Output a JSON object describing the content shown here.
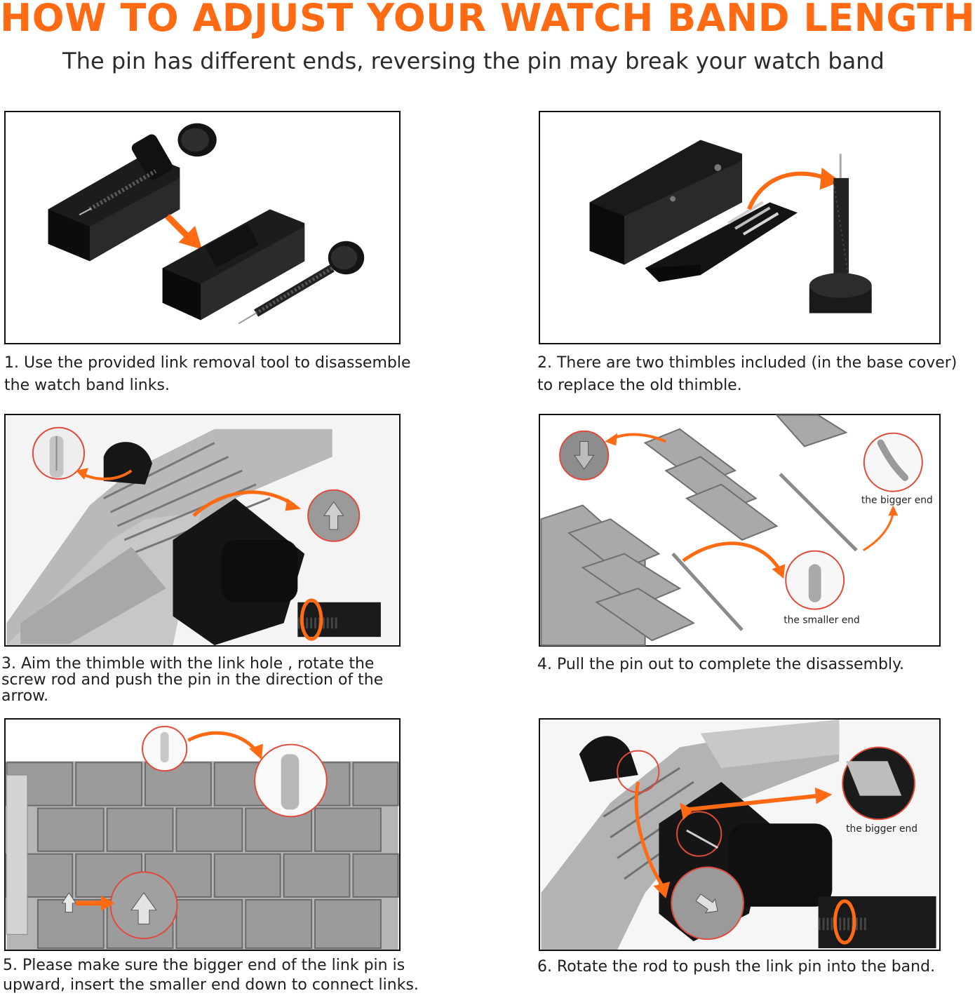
{
  "header": {
    "title": "HOW TO ADJUST YOUR WATCH BAND LENGTH",
    "subtitle": "The pin has different ends, reversing the pin may break your watch band"
  },
  "colors": {
    "accent": "#ff6a13",
    "frame": "#111111",
    "text": "#1e1e1e",
    "circle_outline": "#e04a3a"
  },
  "steps": [
    {
      "caption_lines": [
        "1. Use the provided link removal tool to disassemble",
        "the watch band links."
      ]
    },
    {
      "caption_lines": [
        "2. There are two thimbles included  (in the base cover)",
        " to replace the old thimble."
      ]
    },
    {
      "caption_lines": [
        "3. Aim the thimble with the link hole , rotate the",
        "screw rod and push the pin in the direction of the",
        "arrow."
      ]
    },
    {
      "caption_lines": [
        "4. Pull the pin out to complete the disassembly."
      ],
      "labels": {
        "bigger_end": "the bigger end",
        "smaller_end": "the smaller end"
      }
    },
    {
      "caption_lines": [
        "5. Please make sure the bigger end of the link pin is",
        "upward, insert the smaller end down to connect links."
      ]
    },
    {
      "caption_lines": [
        "6. Rotate the rod to push the link pin into the band."
      ],
      "labels": {
        "bigger_end": "the bigger end"
      }
    }
  ]
}
